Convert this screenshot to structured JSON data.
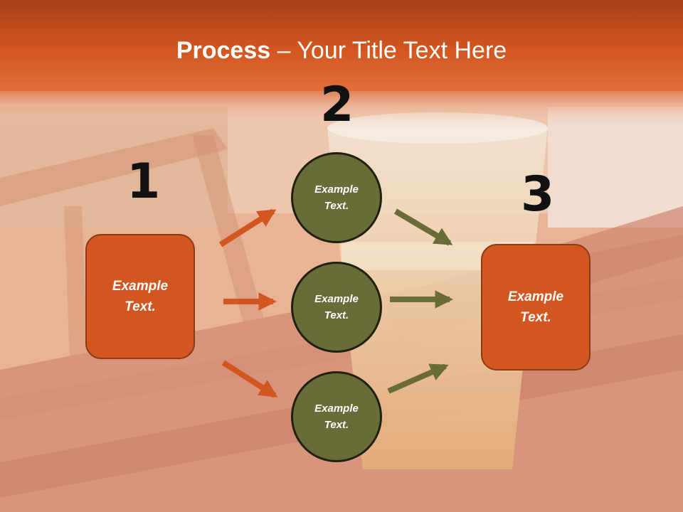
{
  "slide": {
    "title_bold": "Process",
    "title_rest": " – Your Title Text Here"
  },
  "steps": {
    "n1": "1",
    "n2": "2",
    "n3": "3"
  },
  "left_box": {
    "text": "Example\nText."
  },
  "right_box": {
    "text": "Example\nText."
  },
  "circles": [
    {
      "text": "Example\nText."
    },
    {
      "text": "Example\nText."
    },
    {
      "text": "Example\nText."
    }
  ],
  "colors": {
    "orange": "#D2561F",
    "olive": "#6A6C38",
    "header": "#C9501C"
  }
}
